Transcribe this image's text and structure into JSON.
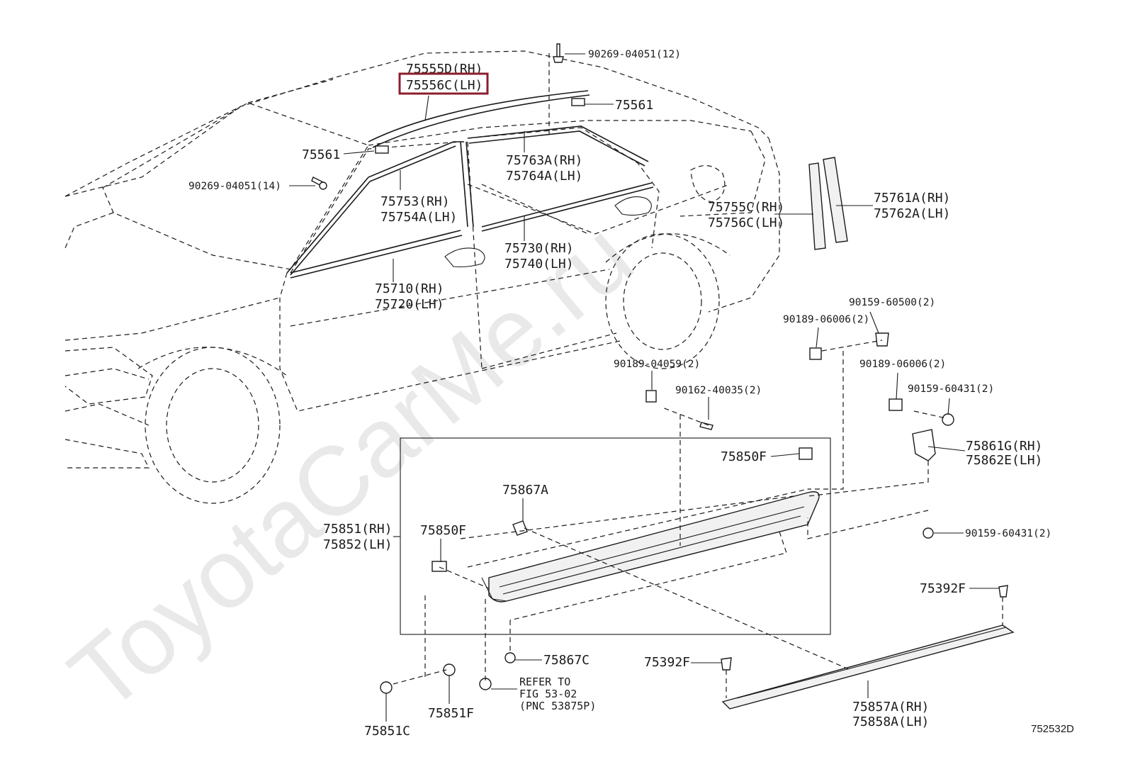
{
  "watermark": "ToyotaCarMe.ru",
  "diagram_id": "752532D",
  "highlight_color": "#8b1e2e",
  "callouts": {
    "roof_rh": "75555D(RH)",
    "roof_lh": "75556C(LH)",
    "clip_top": "90269-04051(12)",
    "clip_roof_right": "75561",
    "clip_roof_left": "75561",
    "clip_front": "90269-04051(14)",
    "rear_frame_rh": "75763A(RH)",
    "rear_frame_lh": "75764A(LH)",
    "front_frame_rh": "75753(RH)",
    "front_frame_lh": "75754A(LH)",
    "quarter_rh": "75755C(RH)",
    "quarter_lh": "75756C(LH)",
    "pillar_rh": "75761A(RH)",
    "pillar_lh": "75762A(LH)",
    "rear_belt_rh": "75730(RH)",
    "rear_belt_lh": "75740(LH)",
    "front_belt_rh": "75710(RH)",
    "front_belt_lh": "75720(LH)",
    "bolt_60500": "90159-60500(2)",
    "nut_06006_a": "90189-06006(2)",
    "nut_06006_b": "90189-06006(2)",
    "nut_04059": "90189-04059(2)",
    "screw_40035": "90162-40035(2)",
    "bolt_60431_a": "90159-60431(2)",
    "bolt_60431_b": "90159-60431(2)",
    "bracket_rh": "75861G(RH)",
    "bracket_lh": "75862E(LH)",
    "clip_850f_a": "75850F",
    "clip_850f_b": "75850F",
    "clip_867a": "75867A",
    "rocker_rh": "75851(RH)",
    "rocker_lh": "75852(LH)",
    "clip_867c": "75867C",
    "clip_392f_a": "75392F",
    "clip_392f_b": "75392F",
    "refer_line1": "REFER TO",
    "refer_line2": "FIG 53-02",
    "refer_line3": "(PNC 53875P)",
    "clip_851f": "75851F",
    "clip_851c": "75851C",
    "lower_rh": "75857A(RH)",
    "lower_lh": "75858A(LH)"
  }
}
